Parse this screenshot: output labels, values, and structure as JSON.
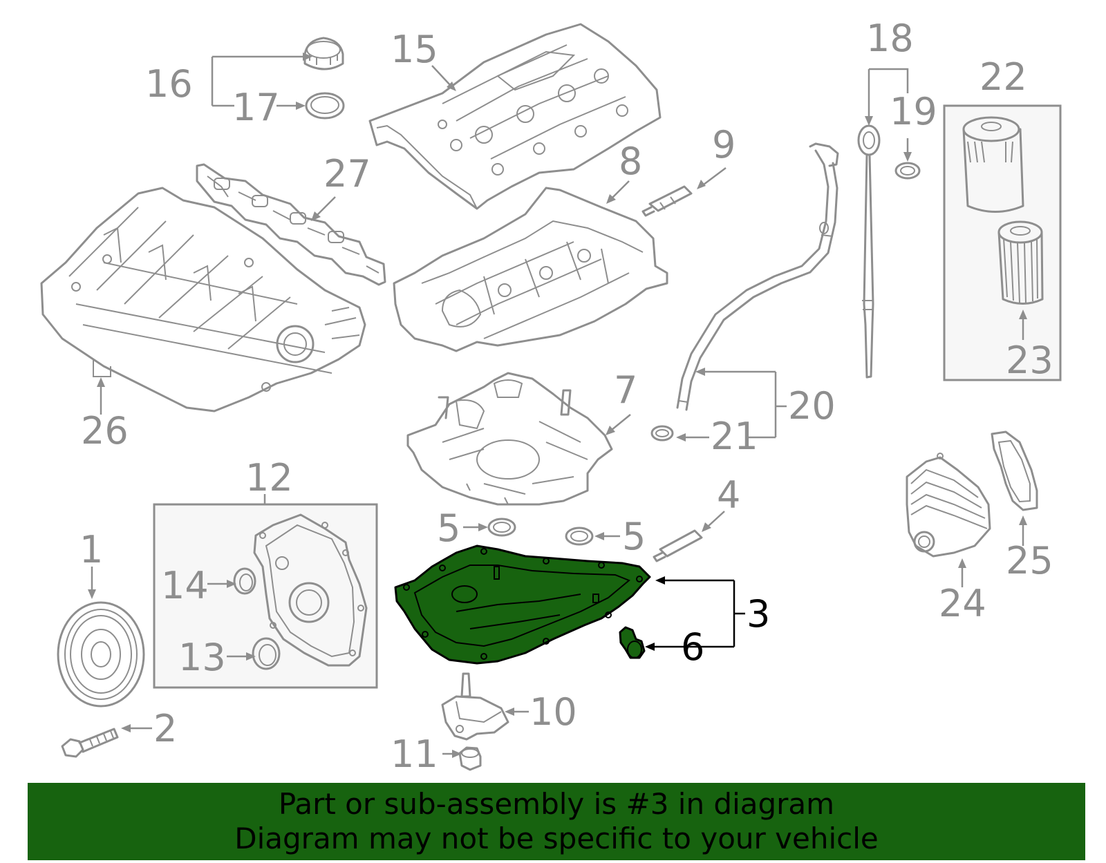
{
  "diagram": {
    "selected_part": "3",
    "highlight_color": "#17630f",
    "parts": [
      {
        "id": "p1",
        "number": "1",
        "name": "crankshaft pulley"
      },
      {
        "id": "p2",
        "number": "2",
        "name": "pulley bolt"
      },
      {
        "id": "p3",
        "number": "3",
        "name": "oil pan"
      },
      {
        "id": "p4",
        "number": "4",
        "name": "oil pan sensor"
      },
      {
        "id": "p5a",
        "number": "5",
        "name": "seal"
      },
      {
        "id": "p5b",
        "number": "5",
        "name": "seal"
      },
      {
        "id": "p6",
        "number": "6",
        "name": "drain plug"
      },
      {
        "id": "p7",
        "number": "7",
        "name": "baffle"
      },
      {
        "id": "p8",
        "number": "8",
        "name": "upper oil pan"
      },
      {
        "id": "p9",
        "number": "9",
        "name": "sensor"
      },
      {
        "id": "p10",
        "number": "10",
        "name": "oil level sensor"
      },
      {
        "id": "p11",
        "number": "11",
        "name": "nut"
      },
      {
        "id": "p12",
        "number": "12",
        "name": "timing cover"
      },
      {
        "id": "p13",
        "number": "13",
        "name": "seal"
      },
      {
        "id": "p14",
        "number": "14",
        "name": "seal"
      },
      {
        "id": "p15",
        "number": "15",
        "name": "valve cover"
      },
      {
        "id": "p16",
        "number": "16",
        "name": "oil filler cap"
      },
      {
        "id": "p17",
        "number": "17",
        "name": "cap seal"
      },
      {
        "id": "p18",
        "number": "18",
        "name": "dipstick"
      },
      {
        "id": "p19",
        "number": "19",
        "name": "o-ring"
      },
      {
        "id": "p20",
        "number": "20",
        "name": "dipstick tube"
      },
      {
        "id": "p21",
        "number": "21",
        "name": "o-ring"
      },
      {
        "id": "p22",
        "number": "22",
        "name": "oil filter housing"
      },
      {
        "id": "p23",
        "number": "23",
        "name": "filter element"
      },
      {
        "id": "p24",
        "number": "24",
        "name": "oil cooler"
      },
      {
        "id": "p25",
        "number": "25",
        "name": "cooler gasket"
      },
      {
        "id": "p26",
        "number": "26",
        "name": "intake manifold"
      },
      {
        "id": "p27",
        "number": "27",
        "name": "manifold gasket"
      }
    ]
  },
  "banner": {
    "line1": "Part or sub-assembly is #3 in diagram",
    "line2": "Diagram may not be specific to your vehicle"
  }
}
